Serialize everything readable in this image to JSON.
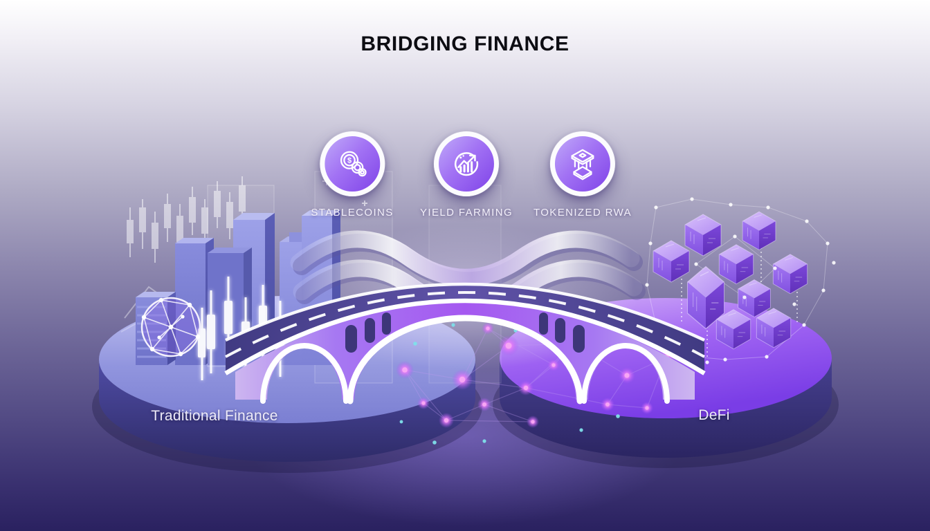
{
  "title": "BRIDGING FINANCE",
  "features": [
    {
      "label": "STABLECOINS",
      "icon": "coins-icon"
    },
    {
      "label": "YIELD FARMING",
      "icon": "growth-chart-icon"
    },
    {
      "label": "TOKENIZED RWA",
      "icon": "bank-icon"
    }
  ],
  "platforms": {
    "left": {
      "label": "Traditional Finance"
    },
    "right": {
      "label": "DeFi"
    }
  },
  "icons": {
    "dollar_glyph": "$"
  },
  "colors": {
    "background_top": "#ffffff",
    "background_bottom": "#2a2160",
    "badge_gradient_start": "#c0aaf9",
    "badge_gradient_end": "#7f43e8",
    "bridge_purple": "#a05ef0",
    "road_indigo": "#403a82",
    "platform_side": "#342f6e",
    "node_glow": "#e879f9",
    "cyan_dot": "#7fe0ea",
    "title_text": "#0d0d13",
    "label_text": "#f3f0fa"
  }
}
